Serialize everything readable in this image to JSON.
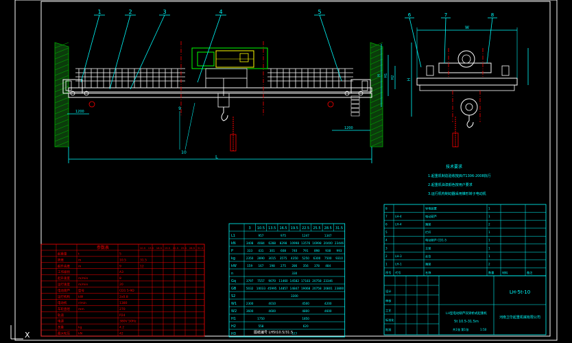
{
  "colors": {
    "background": "#000000",
    "frame": "#ffffff",
    "steel": "#ffffff",
    "dimension": "#00ffff",
    "callout": "#00ffff",
    "hatch": "#00aa00",
    "motor": "#00ff00",
    "motor_body": "#ffff00",
    "hook": "#ffffff",
    "center_line": "#ff0000",
    "chain": "#ff0000",
    "notes_text": "#00ffff",
    "red_table": "#ff0000",
    "cyan_table": "#00ffff",
    "title_block": "#00ffff"
  },
  "callouts": {
    "front": [
      "1",
      "2",
      "3",
      "4",
      "5"
    ],
    "side": [
      "6",
      "7",
      "8"
    ]
  },
  "dimensions": {
    "span": "L",
    "front_side_labels": [
      "H",
      "H1",
      "H2"
    ],
    "side_width": "W",
    "side_height": "H"
  },
  "notes": {
    "heading": "技术要求",
    "lines": [
      "1.起重机制造验收按JB/T1306-2008执行",
      "2.起重机油漆颜色按用户要求",
      "3.运行机构制动器采用锥形转子电动机"
    ]
  },
  "params_table": {
    "columns": [
      "3",
      "10.5",
      "13.5",
      "16.5",
      "19.5",
      "22.5",
      "25.5",
      "28.5",
      "31.5"
    ],
    "rows": [
      {
        "label": "L1",
        "values": [
          "",
          "957",
          "",
          "975",
          "",
          "1247",
          "",
          "1347",
          ""
        ]
      },
      {
        "label": "kN",
        "values": [
          "3408",
          "4084",
          "6288",
          "8298",
          "10998",
          "13576",
          "16998",
          "20400",
          "23446"
        ]
      },
      {
        "label": "P",
        "values": [
          "333",
          "431",
          "301",
          "608",
          "740",
          "791",
          "898",
          "938",
          "993"
        ]
      },
      {
        "label": "kg",
        "values": [
          "2350",
          "2890",
          "3015",
          "3575",
          "4350",
          "5250",
          "6300",
          "7500",
          "9310"
        ]
      },
      {
        "label": "kW",
        "values": [
          "159",
          "167",
          "198",
          "275",
          "286",
          "356",
          "378",
          "484",
          ""
        ]
      },
      {
        "label": "n",
        "values": [
          "",
          "",
          "",
          "",
          "330",
          "",
          "",
          "",
          ""
        ]
      },
      {
        "label": "Gq",
        "values": [
          "3797",
          "7557",
          "9070",
          "11460",
          "14582",
          "17183",
          "20758",
          "23346",
          ""
        ]
      },
      {
        "label": "GB",
        "values": [
          "5032",
          "10033",
          "45995",
          "14857",
          "14847",
          "19068",
          "20758",
          "20801",
          "23800"
        ]
      },
      {
        "label": "S2",
        "values": [
          "",
          "",
          "",
          "",
          "3300",
          "",
          "",
          "",
          ""
        ]
      },
      {
        "label": "W1",
        "values": [
          "2300",
          "",
          "4010",
          "",
          "",
          "4500",
          "",
          "4200",
          ""
        ]
      },
      {
        "label": "W2",
        "values": [
          "3600",
          "",
          "4600",
          "",
          "",
          "4800",
          "",
          "4600",
          ""
        ]
      },
      {
        "label": "H1",
        "values": [
          "",
          "1750",
          "",
          "",
          "",
          "1850",
          "",
          "",
          ""
        ]
      },
      {
        "label": "H2",
        "values": [
          "",
          "558",
          "",
          "",
          "",
          "620",
          "",
          "",
          ""
        ]
      },
      {
        "label": "H3",
        "values": [
          "",
          "",
          "",
          "",
          "577",
          "",
          "",
          "",
          ""
        ]
      }
    ]
  },
  "spec_table": {
    "title": "参数表",
    "header_cells": [
      "10.5",
      "13.5",
      "16.5",
      "19.5",
      "22.5",
      "25.5",
      "28.5",
      "31.5"
    ],
    "rows": [
      {
        "c1": "起重量",
        "c2": "t",
        "c3": "5",
        "c4": ""
      },
      {
        "c1": "跨度",
        "c2": "m",
        "c3": "10.5",
        "c4": "31.5"
      },
      {
        "c1": "起升高度",
        "c2": "m",
        "c3": "9",
        "c4": "12"
      },
      {
        "c1": "工作级别",
        "c2": "",
        "c3": "A3",
        "c4": ""
      },
      {
        "c1": "起升速度",
        "c2": "m/min",
        "c3": "8",
        "c4": ""
      },
      {
        "c1": "运行速度",
        "c2": "m/min",
        "c3": "20",
        "c4": ""
      },
      {
        "c1": "电动葫芦",
        "c2": "型号",
        "c3": "CD1 5-9D",
        "c4": ""
      },
      {
        "c1": "运行机构",
        "c2": "kW",
        "c3": "2x0.8",
        "c4": ""
      },
      {
        "c1": "电动机",
        "c2": "r/min",
        "c3": "1380",
        "c4": ""
      },
      {
        "c1": "车轮直径",
        "c2": "mm",
        "c3": "270",
        "c4": ""
      },
      {
        "c1": "轨道",
        "c2": "",
        "c3": "P24",
        "c4": ""
      },
      {
        "c1": "电源",
        "c2": "",
        "c3": "380V 50Hz",
        "c4": ""
      },
      {
        "c1": "总重",
        "c2": "kg",
        "c3": "4.2",
        "c4": ""
      },
      {
        "c1": "最大轮压",
        "c2": "kN",
        "c3": "42",
        "c4": ""
      }
    ]
  },
  "bom_table": {
    "rows": [
      {
        "no": "8",
        "code": "",
        "name": "导电装置",
        "qty": "1",
        "mat": "",
        "note": ""
      },
      {
        "no": "7",
        "code": "LH-4",
        "name": "电动葫芦",
        "qty": "1",
        "mat": "",
        "note": ""
      },
      {
        "no": "6",
        "code": "LH-4",
        "name": "端梁",
        "qty": "2",
        "mat": "",
        "note": ""
      },
      {
        "no": "5",
        "code": "",
        "name": "栏杆",
        "qty": "1",
        "mat": "",
        "note": ""
      },
      {
        "no": "4",
        "code": "",
        "name": "电动葫芦 CD1-5",
        "qty": "1",
        "mat": "",
        "note": ""
      },
      {
        "no": "3",
        "code": "",
        "name": "主梁",
        "qty": "1",
        "mat": "",
        "note": ""
      },
      {
        "no": "2",
        "code": "LH-3",
        "name": "走台",
        "qty": "1",
        "mat": "",
        "note": ""
      },
      {
        "no": "1",
        "code": "LH-1",
        "name": "端梁",
        "qty": "2",
        "mat": "",
        "note": ""
      }
    ],
    "header": [
      "序号",
      "代号",
      "名称",
      "数量",
      "材料",
      "备注"
    ]
  },
  "title_block": {
    "drawing_no": "LH-5t-10",
    "product_name": "LH型电动葫芦双梁桥式起重机",
    "spec": "5t  10.5-31.5m",
    "company": "河南卫华起重机械有限公司",
    "labels": [
      "设计",
      "审核",
      "工艺",
      "标准化",
      "批准"
    ],
    "sheet": "共1张 第1张",
    "scale": "1:50"
  },
  "footer_note": "图纸编号 LH5t10.5/31.5",
  "ucs_label": "X"
}
